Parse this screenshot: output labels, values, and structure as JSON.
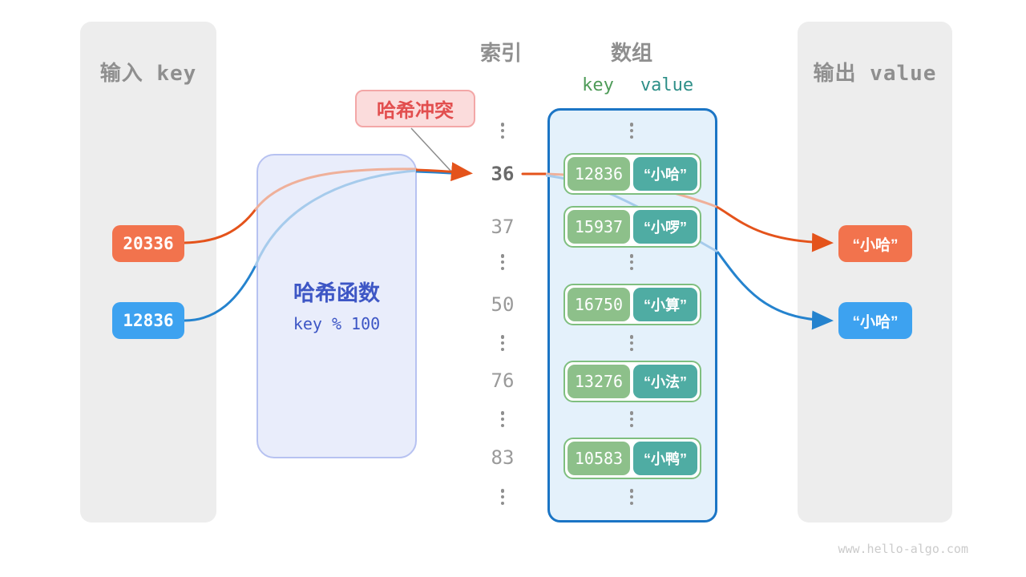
{
  "input_panel": {
    "title": "输入 key",
    "keys": [
      {
        "value": "20336",
        "color": "#F2734D"
      },
      {
        "value": "12836",
        "color": "#3DA2F0"
      }
    ]
  },
  "hash_function": {
    "title": "哈希函数",
    "formula": "key % 100"
  },
  "collision_label": {
    "text": "哈希冲突"
  },
  "index_column": {
    "title": "索引",
    "rows": [
      {
        "value": "36",
        "highlight": true
      },
      {
        "value": "37",
        "highlight": false
      },
      {
        "value": "50",
        "highlight": false
      },
      {
        "value": "76",
        "highlight": false
      },
      {
        "value": "83",
        "highlight": false
      }
    ]
  },
  "array_panel": {
    "title": "数组",
    "key_header": "key",
    "value_header": "value",
    "rows": [
      {
        "key": "12836",
        "value": "“小哈”"
      },
      {
        "key": "15937",
        "value": "“小啰”"
      },
      {
        "key": "16750",
        "value": "“小算”"
      },
      {
        "key": "13276",
        "value": "“小法”"
      },
      {
        "key": "10583",
        "value": "“小鸭”"
      }
    ]
  },
  "output_panel": {
    "title": "输出 value",
    "values": [
      {
        "value": "“小哈”",
        "color": "#F2734D"
      },
      {
        "value": "“小哈”",
        "color": "#3DA2F0"
      }
    ]
  },
  "colors": {
    "orange_box": "#F2734D",
    "blue_box": "#3DA2F0",
    "orange_line": "#E4531B",
    "blue_line": "#2583CE",
    "green_key": "#8DC08A",
    "teal_value": "#4FACA3",
    "array_border": "#1B75C5",
    "hash_text": "#3D56C5",
    "collision_text": "#E24E4E",
    "panel_bg": "#EDEDED"
  },
  "watermark": "www.hello-algo.com"
}
